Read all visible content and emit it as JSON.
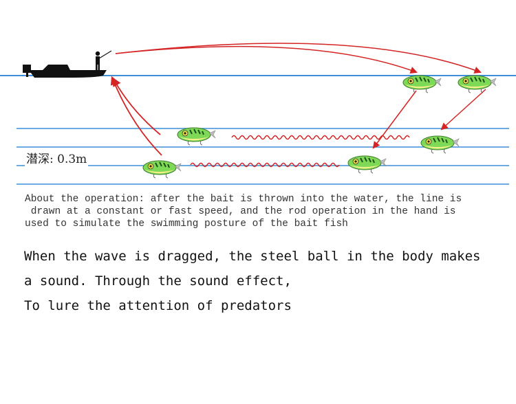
{
  "diagram": {
    "depth_label": "潜深: 0.3m",
    "colors": {
      "water_line": "#3a8fd8",
      "arrow": "#d42424",
      "boat": "#111111",
      "lure_body": "#7ed957",
      "lure_belly": "#f3f08a"
    },
    "icons": [
      "boat-icon",
      "angler-icon",
      "fishing-lure-icon"
    ]
  },
  "operation_text": {
    "lines": [
      "About the operation: after the bait is thrown into the water, the line is",
      " drawn at a constant or fast speed, and the rod operation in the hand is",
      "used to simulate the swimming posture of the bait fish"
    ]
  },
  "sound_text": {
    "lines": [
      "When the wave is dragged, the steel ball in the body makes",
      "a sound. Through the sound effect,",
      "To lure the attention of predators"
    ]
  }
}
